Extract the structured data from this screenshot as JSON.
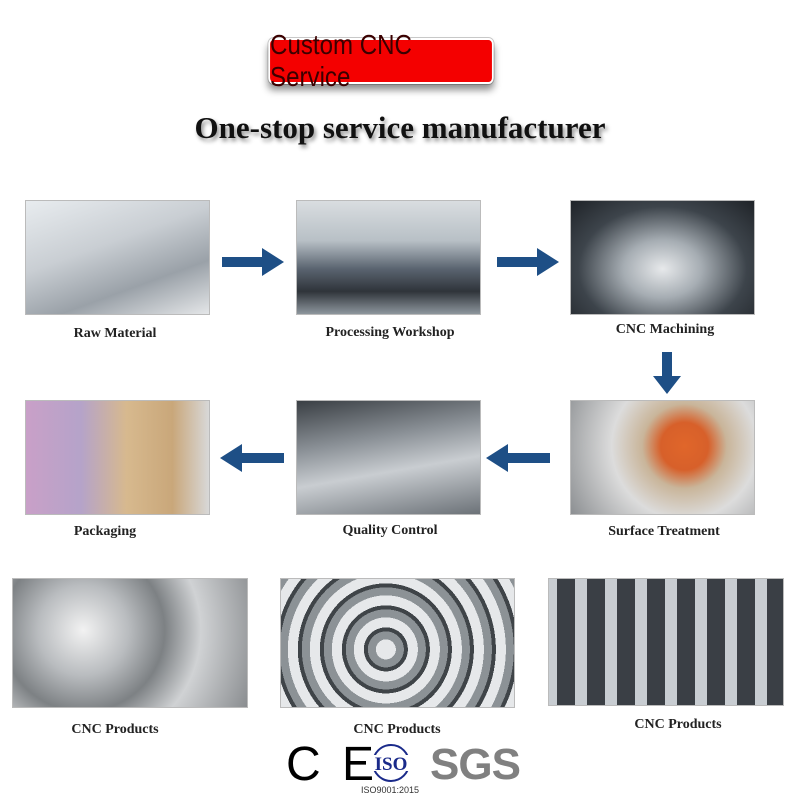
{
  "banner": {
    "label": "Custom CNC Service",
    "color": "#f40000"
  },
  "title": "One-stop service manufacturer",
  "process": [
    {
      "label": "Raw Material"
    },
    {
      "label": "Processing Workshop"
    },
    {
      "label": "CNC Machining"
    },
    {
      "label": "Surface Treatment"
    },
    {
      "label": "Quality Control"
    },
    {
      "label": "Packaging"
    }
  ],
  "products": [
    {
      "label": "CNC Products"
    },
    {
      "label": "CNC Products"
    },
    {
      "label": "CNC Products"
    }
  ],
  "certifications": {
    "ce": "CE",
    "iso": "ISO",
    "iso_caption": "ISO9001:2015",
    "sgs": "SGS"
  },
  "arrow_color": "#1e4f86"
}
